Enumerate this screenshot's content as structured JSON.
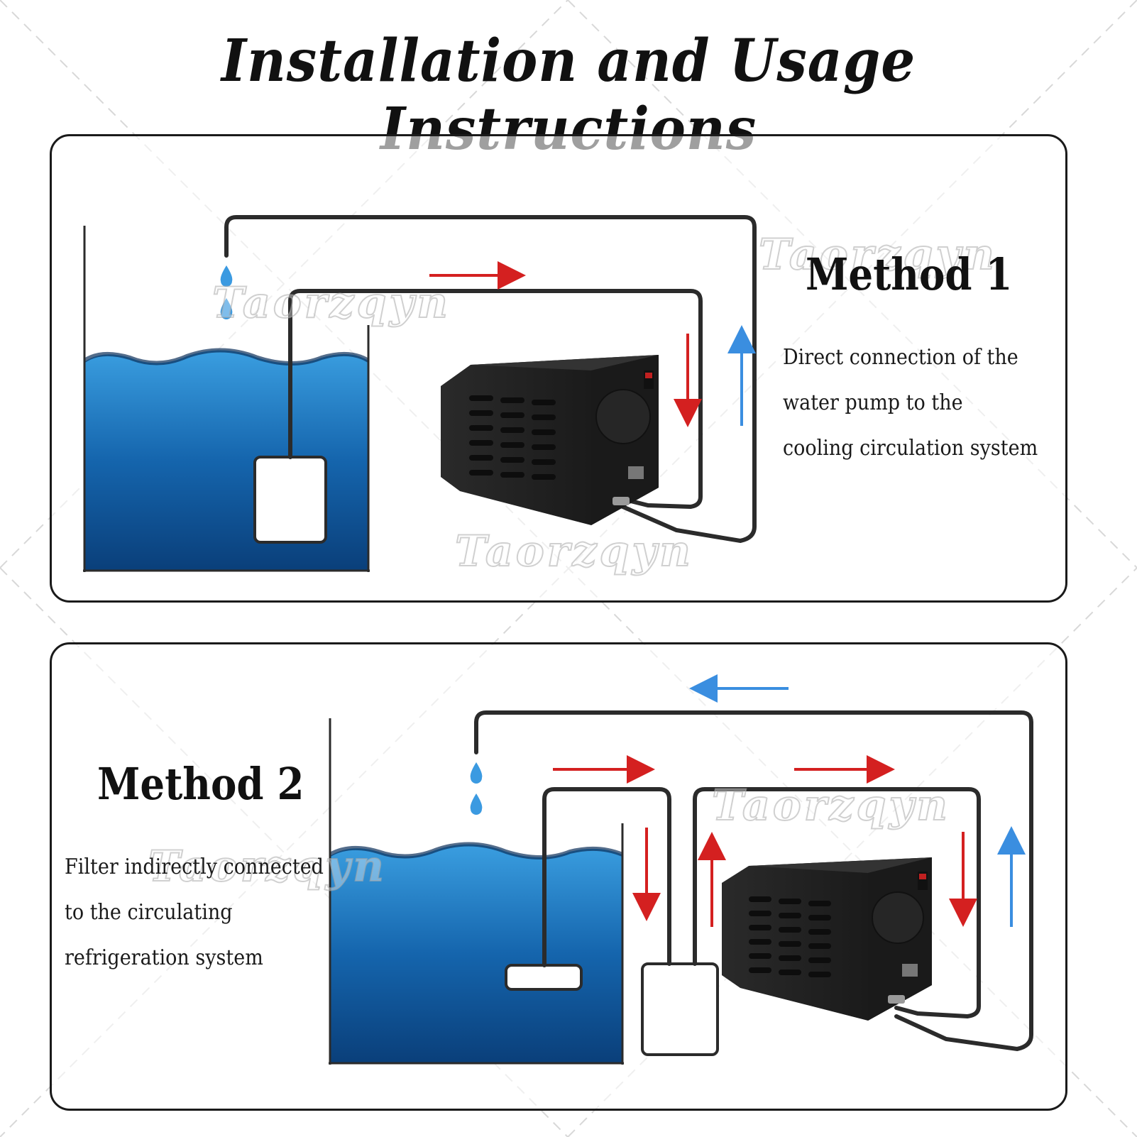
{
  "header": {
    "title": "Installation and Usage Instructions"
  },
  "method1": {
    "title": "Method 1",
    "description_lines": [
      "Direct connection of the",
      "water pump to the",
      "cooling circulation system"
    ]
  },
  "method2": {
    "title": "Method 2",
    "description_lines": [
      "Filter indirectly connected",
      "to the circulating",
      "refrigeration system"
    ]
  },
  "watermark": {
    "text": "Taorzqyn"
  },
  "colors": {
    "water_light": "#2f8fd6",
    "water_dark": "#0a3f7a",
    "pipe": "#2b2b2b",
    "chiller_body": "#1e1e1e",
    "arrow_red": "#d42020",
    "arrow_blue": "#3a8ee0",
    "droplet": "#3b9ae1"
  }
}
